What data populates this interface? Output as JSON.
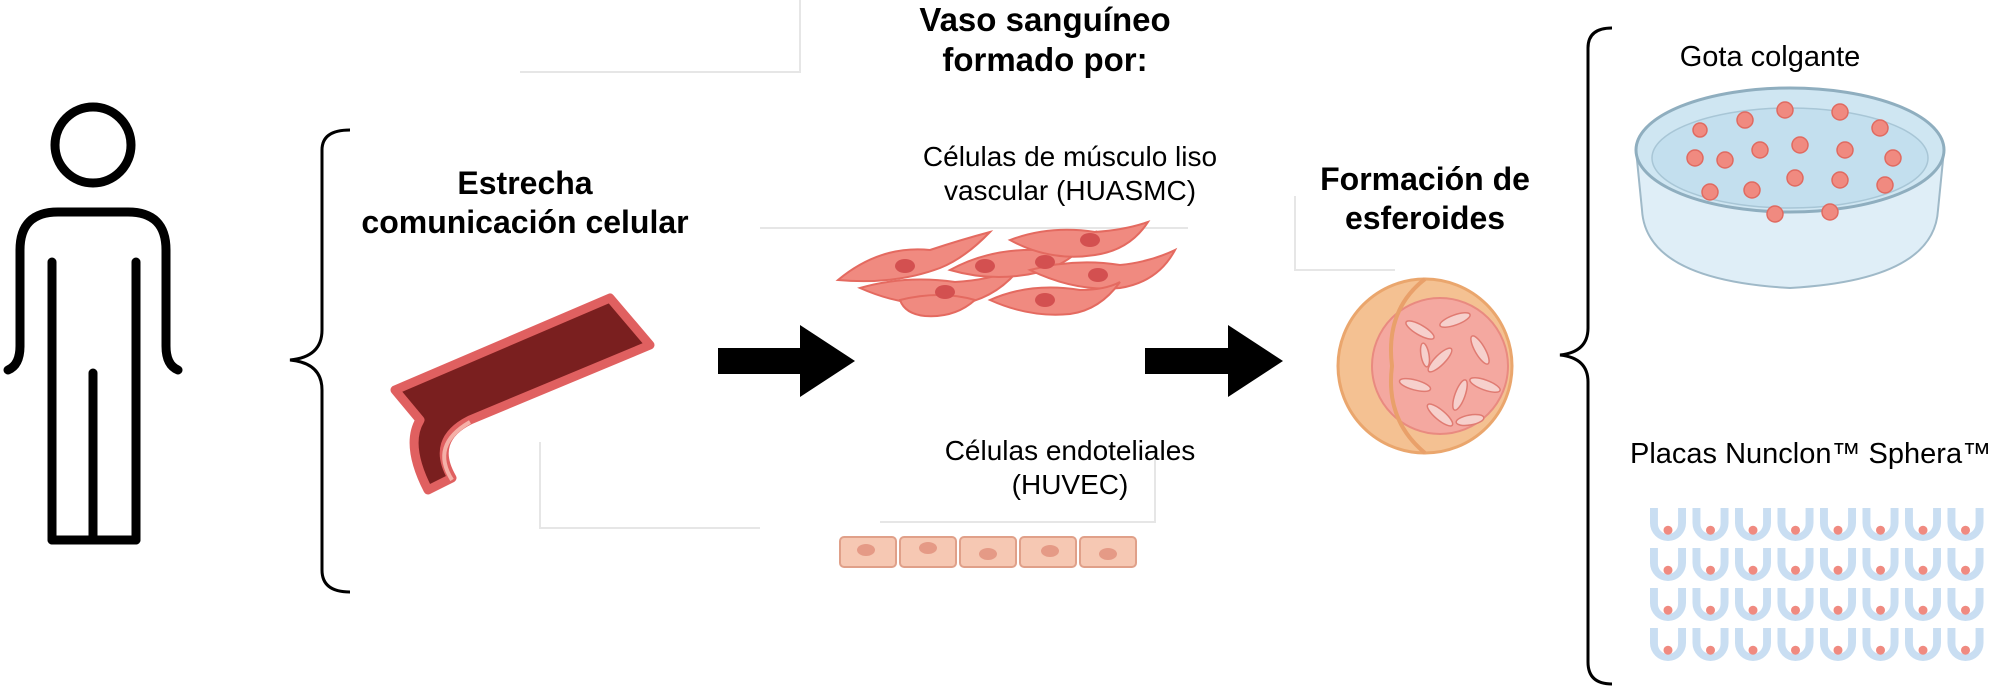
{
  "diagram": {
    "vessel_title": {
      "line1": "Vaso sanguíneo",
      "line2": "formado por:"
    },
    "communication_label": {
      "line1": "Estrecha",
      "line2": "comunicación celular"
    },
    "smooth_muscle_label": {
      "line1": "Células de músculo liso",
      "line2": "vascular (HUASMC)"
    },
    "endothelial_label": {
      "line1": "Células endoteliales",
      "line2": "(HUVEC)"
    },
    "spheroid_label": {
      "line1": "Formación de",
      "line2": "esferoides"
    },
    "hanging_drop_label": "Gota colgante",
    "plates_label": "Placas Nunclon™ Sphera™"
  },
  "icons": [
    "person-icon",
    "blood-vessel-icon",
    "smooth-muscle-cells-icon",
    "endothelial-cells-icon",
    "spheroid-icon",
    "petri-dish-icon",
    "well-plate-icon",
    "arrow-icon",
    "bracket-icon"
  ],
  "colors": {
    "vessel_dark": "#7a1f1f",
    "vessel_wall": "#e06060",
    "cell_pink": "#f08a80",
    "cell_nucleus": "#d35050",
    "endothelial_fill": "#f6c8b3",
    "dish_blue": "#cfe6f2",
    "well_blue": "#c9def2",
    "arrow": "#000000"
  }
}
